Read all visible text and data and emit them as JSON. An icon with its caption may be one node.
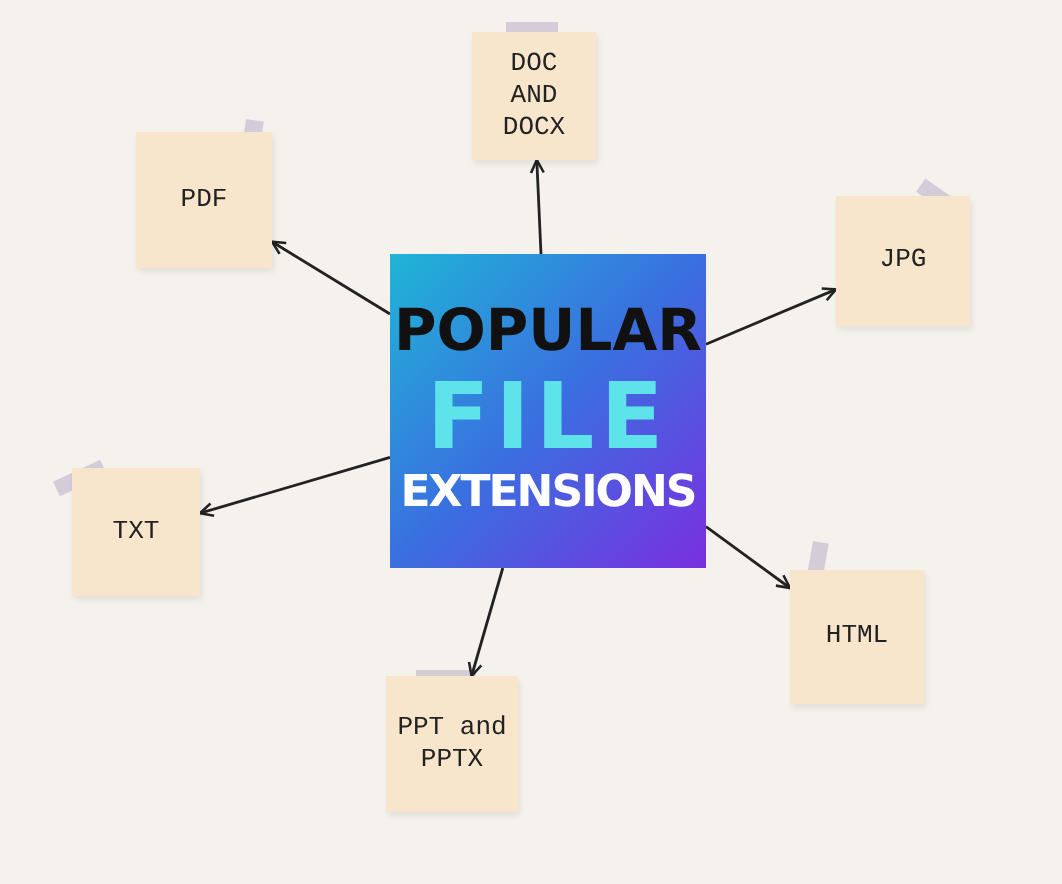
{
  "diagram": {
    "nodes": [
      {
        "text": [
          "POPULAR",
          "FILE",
          "EXTENSIONS"
        ]
      },
      {
        "text": [
          "DOC AND DOCX"
        ]
      },
      {
        "text": [
          "PDF"
        ]
      },
      {
        "text": [
          "JPG"
        ]
      },
      {
        "text": [
          "TXT"
        ]
      },
      {
        "text": [
          "HTML"
        ]
      },
      {
        "text": [
          "PPT and PPTX"
        ]
      }
    ],
    "edges": [
      {
        "from": 0,
        "to": 1,
        "arrow": "to"
      },
      {
        "from": 0,
        "to": 2,
        "arrow": "to"
      },
      {
        "from": 0,
        "to": 3,
        "arrow": "to"
      },
      {
        "from": 0,
        "to": 4,
        "arrow": "to"
      },
      {
        "from": 0,
        "to": 5,
        "arrow": "to"
      },
      {
        "from": 0,
        "to": 6,
        "arrow": "to"
      }
    ]
  }
}
